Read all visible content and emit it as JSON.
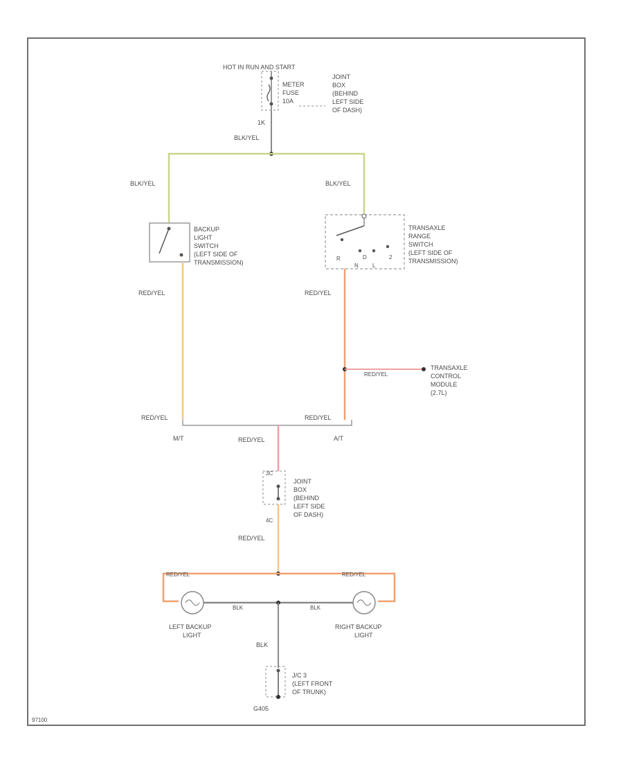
{
  "colors": {
    "frame": "#6e6e6e",
    "bk_yel": "#c8d68a",
    "red_yel_light": "#f7c48e",
    "red_yel_red": "#f0a0a0",
    "red_yel_orange": "#f0a070",
    "blk": "#8a8a8a",
    "text": "#4a4a4a"
  },
  "top": {
    "source": "HOT IN RUN AND START",
    "fuse_label_line1": "METER",
    "fuse_label_line2": "FUSE",
    "fuse_label_line3": "10A",
    "junction_line1": "JOINT",
    "junction_line2": "BOX",
    "junction_line3": "(BEHIND",
    "junction_line4": "LEFT SIDE",
    "junction_line5": "OF DASH)",
    "pin": "1K"
  },
  "wires": {
    "bk_yel_top": "BLK/YEL",
    "bk_yel_left": "BLK/YEL",
    "bk_yel_right": "BLK/YEL",
    "red_yel_left": "RED/YEL",
    "red_yel_right": "RED/YEL",
    "red_yel_tcm": "RED/YEL",
    "red_yel_left_low": "RED/YEL",
    "red_yel_right_low": "RED/YEL",
    "red_yel_center": "RED/YEL",
    "red_yel_lower": "RED/YEL",
    "red_yel_lamp_left": "RED/YEL",
    "red_yel_lamp_right": "RED/YEL",
    "blk_left": "BLK",
    "blk_right": "BLK",
    "blk_ground": "BLK"
  },
  "backup_switch": {
    "line1": "BACKUP",
    "line2": "LIGHT",
    "line3": "SWITCH",
    "line4": "(LEFT SIDE OF",
    "line5": "TRANSMISSION)"
  },
  "range_switch": {
    "line1": "TRANSAXLE",
    "line2": "RANGE",
    "line3": "SWITCH",
    "line4": "(LEFT SIDE OF",
    "line5": "TRANSMISSION)",
    "pos_r": "R",
    "pos_n": "N",
    "pos_d": "D",
    "pos_2": "2",
    "pos_l": "L"
  },
  "tcm": {
    "line1": "TRANSAXLE",
    "line2": "CONTROL",
    "line3": "MODULE",
    "line4": "(2.7L)"
  },
  "options": {
    "mt": "M/T",
    "at": "A/T"
  },
  "lower_junction": {
    "line1": "JOINT",
    "line2": "BOX",
    "line3": "(BEHIND",
    "line4": "LEFT SIDE",
    "line5": "OF DASH)",
    "pin_top": "3C",
    "pin_bottom": "4C"
  },
  "lamps": {
    "left_line1": "LEFT BACKUP",
    "left_line2": "LIGHT",
    "right_line1": "RIGHT BACKUP",
    "right_line2": "LIGHT"
  },
  "ground": {
    "line1": "J/C 3",
    "line2": "(LEFT FRONT",
    "line3": "OF TRUNK)",
    "id": "G405"
  },
  "figure_id": "97100"
}
